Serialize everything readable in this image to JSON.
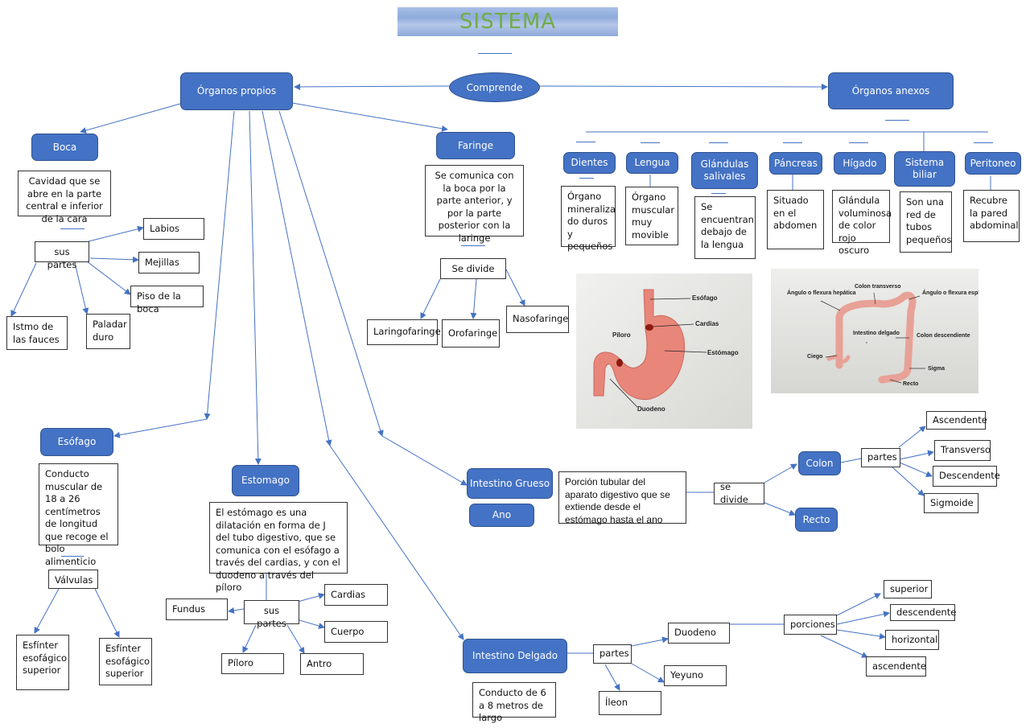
{
  "title": "SISTEMA",
  "root": "Comprende",
  "propios": {
    "label": "Órganos propios",
    "boca": {
      "label": "Boca",
      "desc": "Cavidad que se abre en la parte central e inferior de la cara",
      "partes_label": "sus partes",
      "partes": [
        "Labios",
        "Mejillas",
        "Piso de la boca",
        "Istmo de las fauces",
        "Paladar duro"
      ]
    },
    "faringe": {
      "label": "Faringe",
      "desc": "Se comunica con la boca por la parte anterior, y por la parte posterior con la laringe",
      "divide_label": "Se divide",
      "partes": [
        "Laringofaringe",
        "Orofaringe",
        "Nasofaringe"
      ]
    },
    "esofago": {
      "label": "Esófago",
      "desc": "Conducto muscular de 18 a 26 centímetros de longitud que recoge el bolo alimenticio",
      "valvulas_label": "Válvulas",
      "valvulas": [
        "Esfínter esofágico superior",
        "Esfínter esofágico superior"
      ]
    },
    "estomago": {
      "label": "Estomago",
      "desc": "El estómago es una dilatación en forma de J del tubo digestivo, que se comunica con el esófago a través del cardias, y con el duodeno a través del píloro",
      "partes_label": "sus partes",
      "partes": [
        "Fundus",
        "Cardias",
        "Cuerpo",
        "Píloro",
        "Antro"
      ]
    },
    "intestino_grueso": {
      "label": "Intestino Grueso",
      "ano": "Ano",
      "desc": "Porción tubular del aparato digestivo que se extiende desde el estómago hasta el ano",
      "divide_label": "se divide",
      "colon": "Colon",
      "recto": "Recto",
      "partes_label": "partes",
      "partes": [
        "Ascendente",
        "Transverso",
        "Descendente",
        "Sigmoide"
      ]
    },
    "intestino_delgado": {
      "label": "Intestino Delgado",
      "desc": "Conducto de 6 a 8 metros de largo",
      "partes_label": "partes",
      "duodeno": "Duodeno",
      "yeyuno": "Yeyuno",
      "ileon": "Íleon",
      "porciones_label": "porciones",
      "porciones": [
        "superior",
        "descendente",
        "horizontal",
        "ascendente"
      ]
    }
  },
  "anexos": {
    "label": "Órganos anexos",
    "items": [
      {
        "label": "Dientes",
        "desc": "Órgano mineraliza do duros y pequeños"
      },
      {
        "label": "Lengua",
        "desc": "Órgano muscular muy movible"
      },
      {
        "label": "Glándulas salivales",
        "desc": "Se encuentran debajo de la lengua"
      },
      {
        "label": "Páncreas",
        "desc": "Situado en el abdomen"
      },
      {
        "label": "Hígado",
        "desc": "Glándula voluminosa de color rojo oscuro"
      },
      {
        "label": "Sistema biliar",
        "desc": "Son una red de tubos pequeños"
      },
      {
        "label": "Peritoneo",
        "desc": "Recubre la pared abdominal"
      }
    ]
  },
  "photo_stomach": {
    "labels": [
      "Esófago",
      "Cardias",
      "Píloro",
      "Estómago",
      "Duodeno"
    ]
  },
  "photo_colon": {
    "labels": [
      "Ángulo o flexura hepática",
      "Colon transverso",
      "Ángulo o flexura esplénica",
      "Intestino delgado",
      "Colon descendiente",
      "Ciego",
      "Sigma",
      "Recto"
    ]
  },
  "colors": {
    "node": "#4472c4",
    "title_text": "#70ad47",
    "organ": "#e8867a"
  }
}
